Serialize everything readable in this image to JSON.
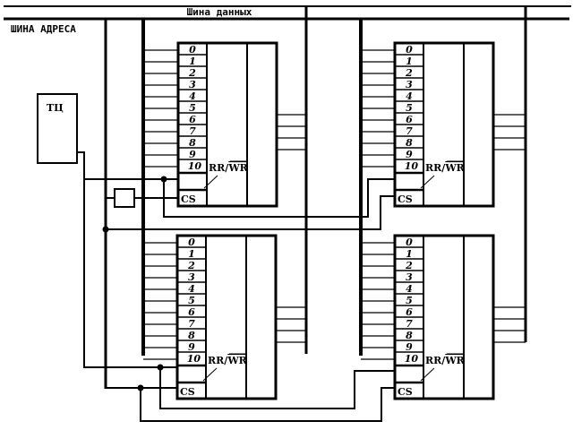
{
  "diagram": {
    "data_bus_label": "Шина данных",
    "address_bus_label": "ШИНА АДРЕСА",
    "clock_block_label": "ТЦ",
    "modules": [
      {
        "id": "top-left",
        "address_pins": [
          "0",
          "1",
          "2",
          "3",
          "4",
          "5",
          "6",
          "7",
          "8",
          "9",
          "10"
        ],
        "rw_label": "RR/WR",
        "rw_overline": "WR",
        "cs_label": "CS"
      },
      {
        "id": "top-right",
        "address_pins": [
          "0",
          "1",
          "2",
          "3",
          "4",
          "5",
          "6",
          "7",
          "8",
          "9",
          "10"
        ],
        "rw_label": "RR/WR",
        "rw_overline": "WR",
        "cs_label": "CS"
      },
      {
        "id": "bottom-left",
        "address_pins": [
          "0",
          "1",
          "2",
          "3",
          "4",
          "5",
          "6",
          "7",
          "8",
          "9",
          "10"
        ],
        "rw_label": "RR/WR",
        "rw_overline": "WR",
        "cs_label": "CS"
      },
      {
        "id": "bottom-right",
        "address_pins": [
          "0",
          "1",
          "2",
          "3",
          "4",
          "5",
          "6",
          "7",
          "8",
          "9",
          "10"
        ],
        "rw_label": "RR/WR",
        "rw_overline": "WR",
        "cs_label": "CS"
      }
    ],
    "colors": {
      "line": "#000000",
      "background": "#ffffff"
    }
  }
}
